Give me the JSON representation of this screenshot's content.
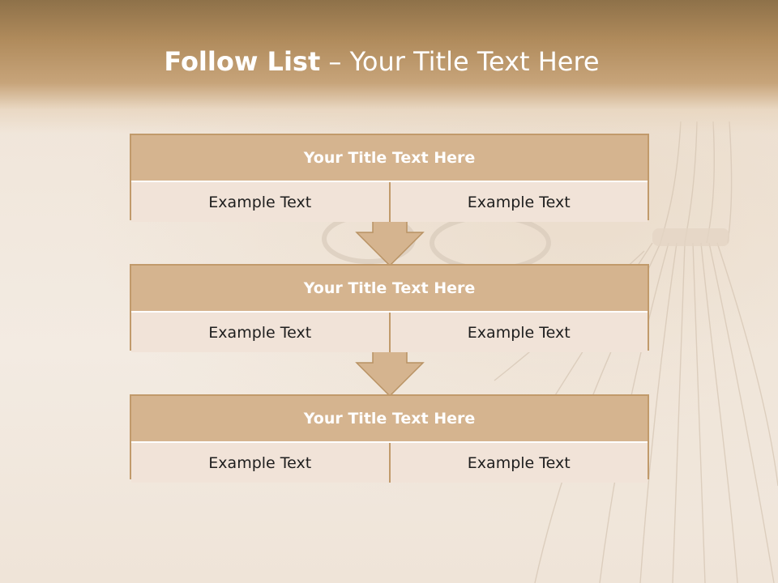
{
  "slide": {
    "title_bold": "Follow List",
    "title_rest": " – Your Title Text Here"
  },
  "boxes": [
    {
      "title": "Your Title Text Here",
      "left_text": "Example Text",
      "right_text": "Example Text"
    },
    {
      "title": "Your Title Text Here",
      "left_text": "Example Text",
      "right_text": "Example Text"
    },
    {
      "title": "Your Title Text Here",
      "left_text": "Example Text",
      "right_text": "Example Text"
    }
  ],
  "colors": {
    "header": "#b08b5c",
    "box_head": "#d5b48f",
    "box_border": "#c19a6b",
    "box_cell": "#f1e3d8",
    "arrow_fill": "#d5b48f"
  }
}
